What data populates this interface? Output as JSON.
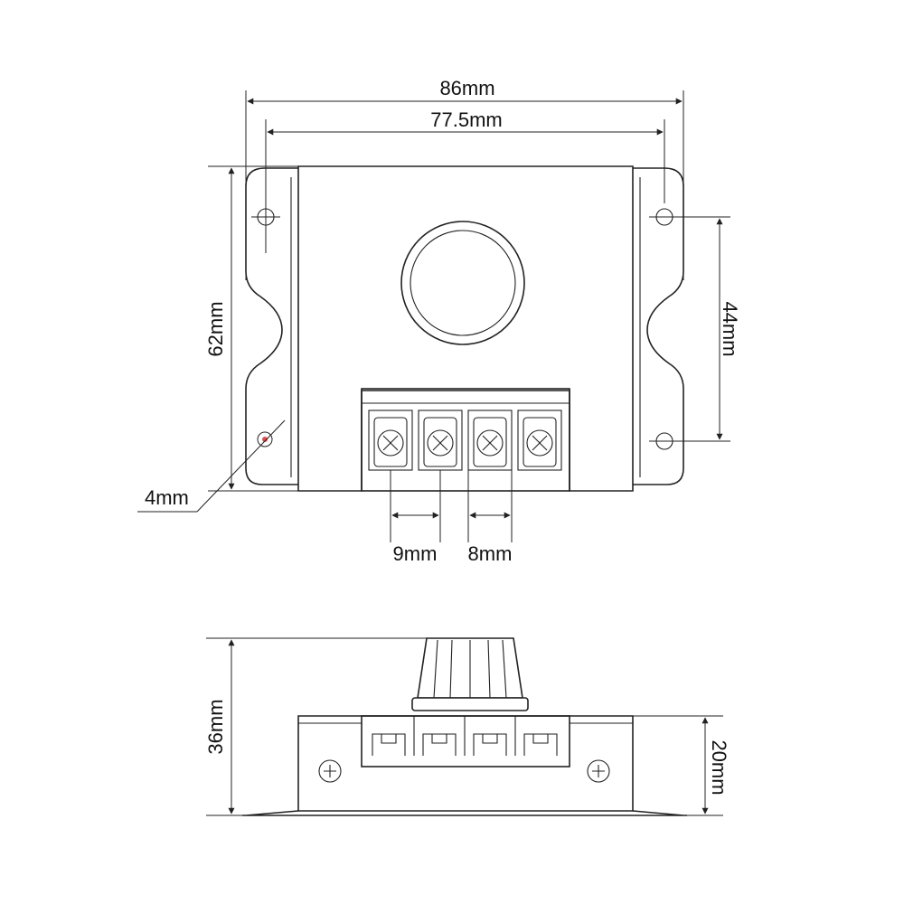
{
  "dimensions": {
    "overall_width": "86mm",
    "hole_spacing_width": "77.5mm",
    "overall_height": "62mm",
    "hole_spacing_height": "44mm",
    "hole_diameter": "4mm",
    "terminal_pitch_a": "9mm",
    "terminal_pitch_b": "8mm",
    "total_depth": "36mm",
    "body_depth": "20mm"
  },
  "colors": {
    "line": "#222222",
    "background": "#ffffff",
    "hole_marker": "#e05050"
  }
}
